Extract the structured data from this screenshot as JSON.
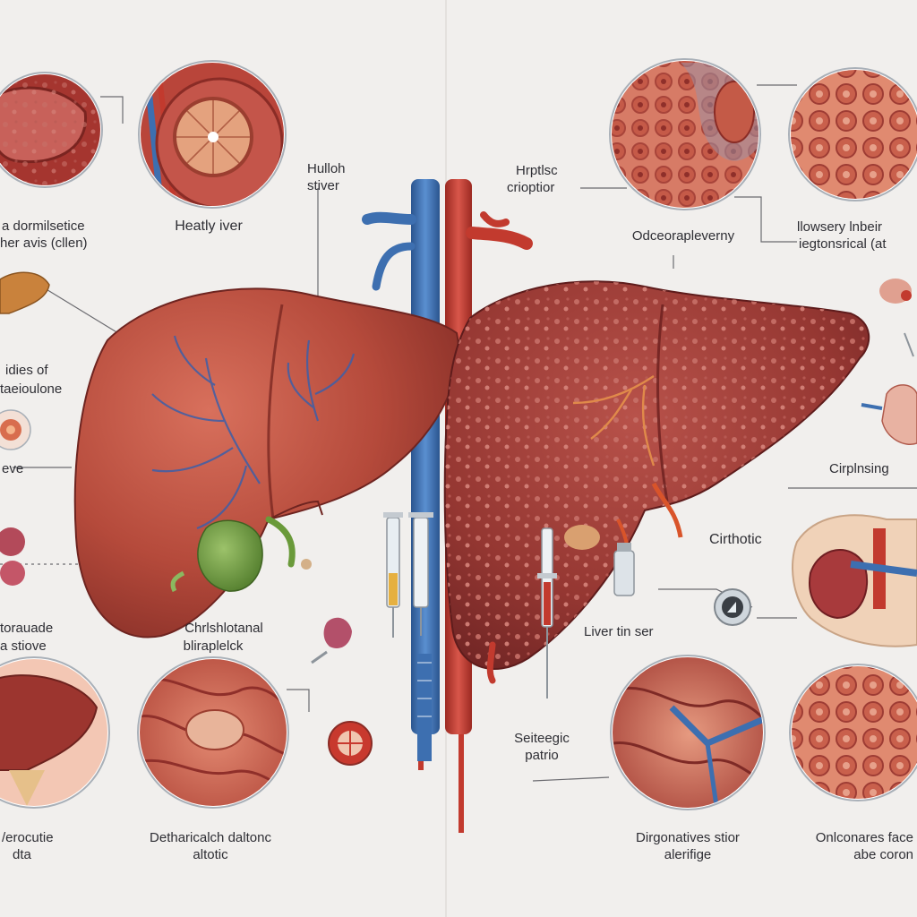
{
  "labels": {
    "top_left_line1": "a dormilsetice",
    "top_left_line2": "her avis (cllen)",
    "healthy_liver": "Heatly iver",
    "healthy_sliver_line1": "Hulloh",
    "healthy_sliver_line2": "stiver",
    "left_mid_line1": "idies of",
    "left_mid_line2": "taeioulone",
    "left_eve": "eve",
    "left_low_line1": "torauade",
    "left_low_line2": "a stiove",
    "gallbladder_line1": "Chrlshlotanal",
    "gallbladder_line2": "bliraplelck",
    "bottom_left_line1": "/erocutie",
    "bottom_left_line2": "dta",
    "bottom_center_left_line1": "Detharicalch daltonc",
    "bottom_center_left_line2": "altotic",
    "hepatic_line1": "Hrptlsc",
    "hepatic_line2": "crioptior",
    "right_top_mid": "Odceorapleverny",
    "right_top_right_line1": "llowsery lnbeir",
    "right_top_right_line2": "iegtonsrical (at",
    "cirphinsing": "Cirplnsing",
    "cirrhotic": "Cirthotic",
    "liver_tin": "Liver tin ser",
    "septic_line1": "Seiteegic",
    "septic_line2": "patrio",
    "bottom_right_mid_line1": "Dirgonatives stior",
    "bottom_right_mid_line2": "alerifige",
    "bottom_right_line1": "Onlconares face",
    "bottom_right_line2": "abe coron"
  },
  "colors": {
    "background": "#f1efed",
    "healthy_liver": "#b54a3b",
    "cirrhotic_liver": "#9a3a33",
    "vein_blue": "#3d6fb0",
    "artery_red": "#c23a2e",
    "gallbladder": "#6a9a3a",
    "label_text": "#2e2e34"
  }
}
